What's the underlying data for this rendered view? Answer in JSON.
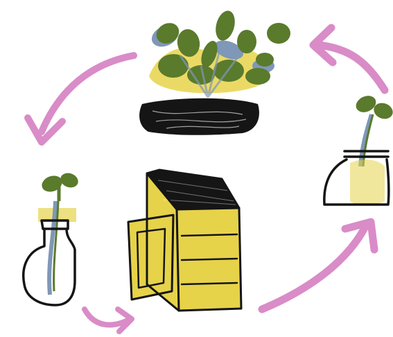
{
  "illustration": {
    "colors": {
      "arrow": "#d98cc7",
      "leaf": "#5a7a2c",
      "leaf_shadow": "#7f97b8",
      "yellow": "#e6d34a",
      "ink": "#151515",
      "background": "#ffffff"
    },
    "icons": [
      "cycle-arrow-top-left",
      "cycle-arrow-top-right",
      "cycle-arrow-bottom-right",
      "cycle-arrow-bottom-left",
      "potted-plant",
      "seedling-in-bottle-left",
      "seedling-in-jar-right",
      "yellow-cabinet"
    ]
  }
}
